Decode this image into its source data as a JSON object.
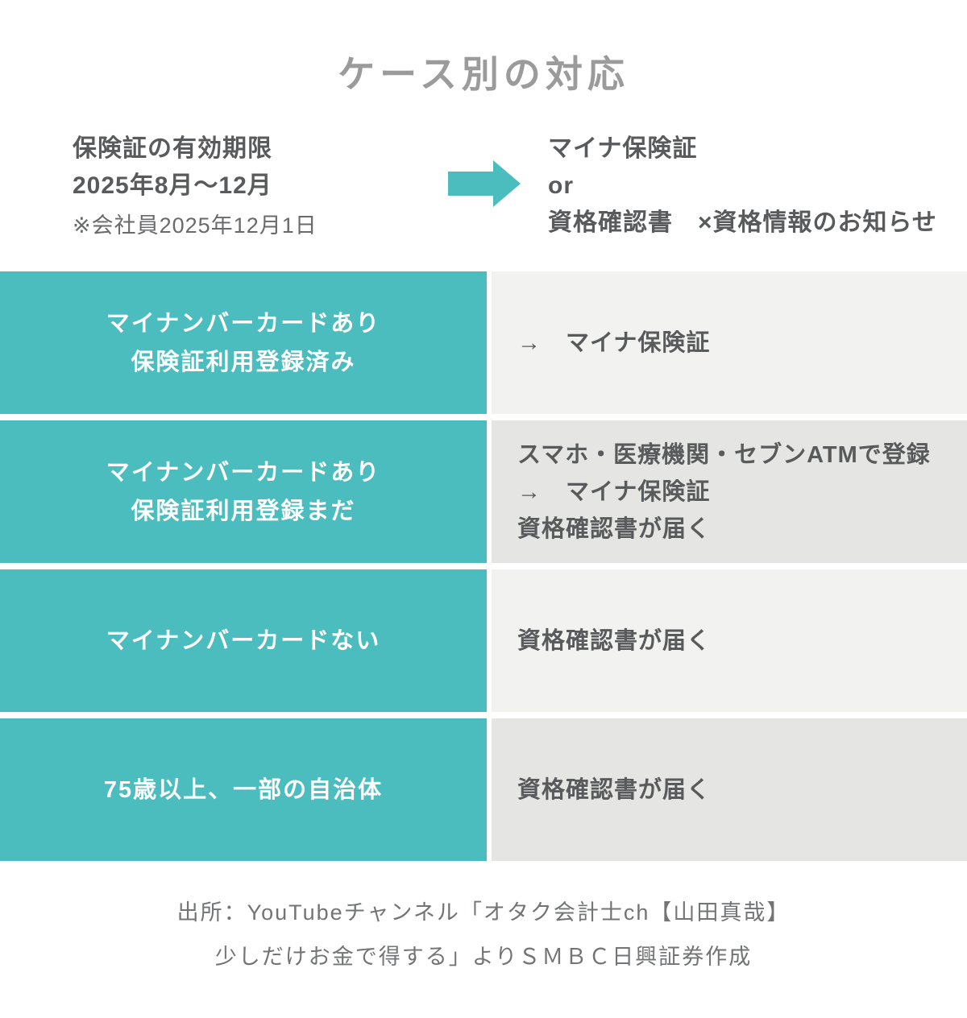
{
  "title": "ケース別の対応",
  "header": {
    "left": {
      "line1": "保険証の有効期限",
      "line2": "2025年8月～12月",
      "note": "※会社員2025年12月1日"
    },
    "arrow_icon": "right-arrow",
    "right": {
      "line1": "マイナ保険証",
      "line2": "or",
      "line3": "資格確認書　×資格情報のお知らせ"
    }
  },
  "table": {
    "rows": [
      {
        "left": [
          "マイナンバーカードあり",
          "保険証利用登録済み"
        ],
        "right": [
          "→　マイナ保険証"
        ]
      },
      {
        "left": [
          "マイナンバーカードあり",
          "保険証利用登録まだ"
        ],
        "right": [
          "スマホ・医療機関・セブンATMで登録",
          "→　マイナ保険証",
          "資格確認書が届く"
        ]
      },
      {
        "left": [
          "マイナンバーカードない"
        ],
        "right": [
          "資格確認書が届く"
        ]
      },
      {
        "left": [
          "75歳以上、一部の自治体"
        ],
        "right": [
          "資格確認書が届く"
        ]
      }
    ]
  },
  "footer": {
    "line1": "出所：YouTubeチャンネル「オタク会計士ch【山田真哉】",
    "line2": "少しだけお金で得する」よりＳＭＢＣ日興証券作成"
  },
  "colors": {
    "teal": "#4CBDBE",
    "row_light": "#F2F2F1",
    "row_dark": "#E5E5E3",
    "title_gray": "#9B9B9B",
    "text_dark": "#595A5B",
    "note_gray": "#696A6B",
    "footer_gray": "#737475"
  }
}
